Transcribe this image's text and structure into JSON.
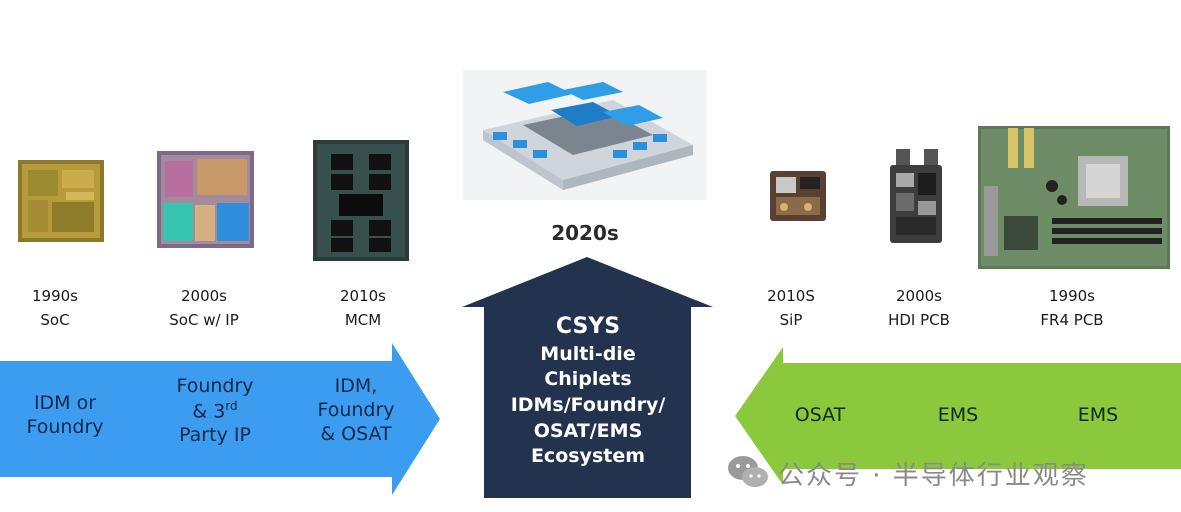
{
  "left_eras": [
    {
      "year": "1990s",
      "label": "SoC"
    },
    {
      "year": "2000s",
      "label": "SoC w/ IP"
    },
    {
      "year": "2010s",
      "label": "MCM"
    }
  ],
  "right_eras": [
    {
      "year": "2010S",
      "label": "SiP"
    },
    {
      "year": "2000s",
      "label": "HDI PCB"
    },
    {
      "year": "1990s",
      "label": "FR4 PCB"
    }
  ],
  "center": {
    "year": "2020s",
    "title": "CSYS",
    "lines": [
      "Multi-die",
      "Chiplets",
      "IDMs/Foundry/",
      "OSAT/EMS",
      "Ecosystem"
    ]
  },
  "blue_arrow": {
    "segments": [
      {
        "line1": "IDM or",
        "line2": "Foundry"
      },
      {
        "line1": "Foundry",
        "line2a": "& 3",
        "sup": "rd",
        "line3": "Party IP"
      },
      {
        "line1": "IDM,",
        "line2": "Foundry",
        "line3": "& OSAT"
      }
    ]
  },
  "green_arrow": {
    "segments": [
      "OSAT",
      "EMS",
      "EMS"
    ]
  },
  "watermark": "公众号 · 半导体行业观察",
  "colors": {
    "blue_arrow": "#3b9cf0",
    "green_arrow": "#8cc83c",
    "up_arrow": "#23324f"
  }
}
